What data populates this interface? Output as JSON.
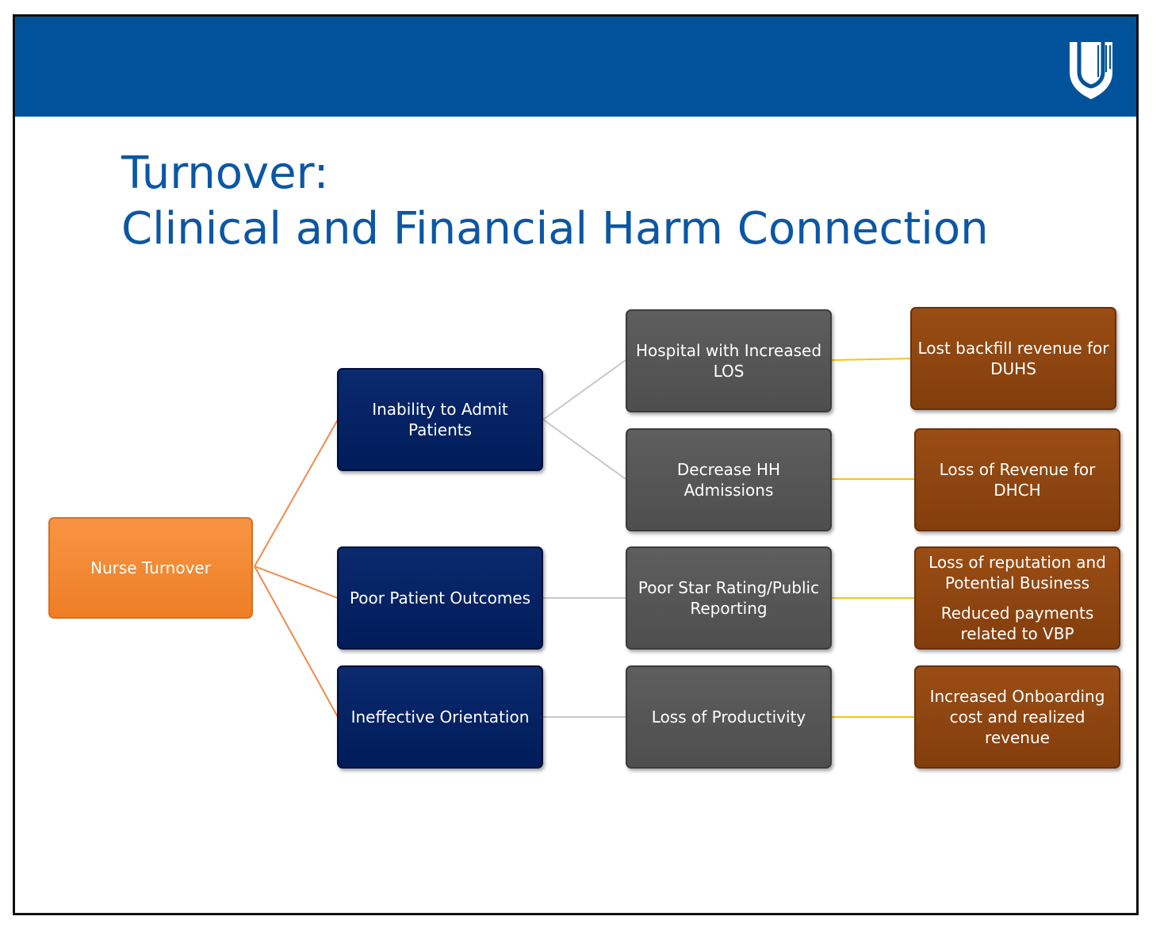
{
  "slide": {
    "title_line1": "Turnover:",
    "title_line2": "Clinical and Financial Harm Connection"
  },
  "colors": {
    "header_bar": "#00539b",
    "title_text": "#0b57a4",
    "root_node": "#ef7f26",
    "level1_nodes": "#001c59",
    "level2_nodes": "#555555",
    "level3_nodes": "#8b4513",
    "root_connectors": "#f08a4b",
    "level1_connectors": "#c8c8c8",
    "level2_connectors": "#f5c518"
  },
  "logo": {
    "icon": "shield-logo-icon"
  },
  "diagram": {
    "root": {
      "label": "Nurse Turnover"
    },
    "level1": [
      {
        "label": "Inability to Admit Patients"
      },
      {
        "label": "Poor Patient Outcomes"
      },
      {
        "label": "Ineffective Orientation"
      }
    ],
    "level2": [
      {
        "line1": "Hospital with Increased",
        "line2": "LOS"
      },
      {
        "line1": "Decrease HH Admissions"
      },
      {
        "line1": "Poor Star Rating/Public",
        "line2": "Reporting"
      },
      {
        "line1": "Loss of Productivity"
      }
    ],
    "level3": [
      {
        "line1": "Lost backfill revenue for",
        "line2": "DUHS"
      },
      {
        "line1": "Loss of Revenue for DHCH"
      },
      {
        "line1": "Loss of reputation and",
        "line2": "Potential Business",
        "line3": "Reduced payments",
        "line4": "related to VBP"
      },
      {
        "line1": "Increased Onboarding",
        "line2": "cost and realized revenue"
      }
    ]
  }
}
